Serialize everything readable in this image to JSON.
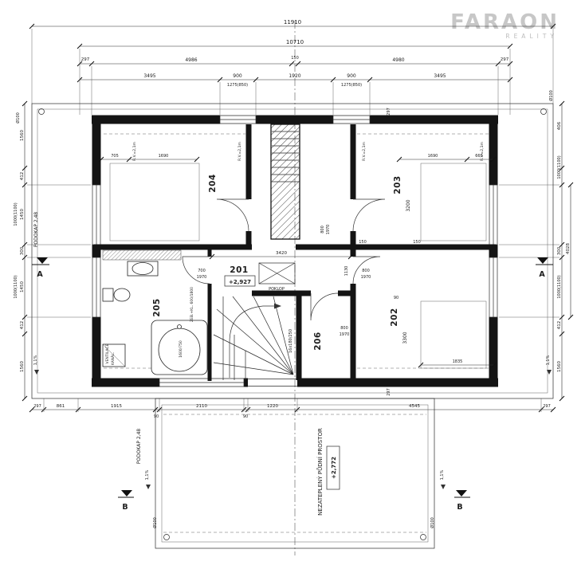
{
  "logo": {
    "brand": "FARAON",
    "subtitle": "REALITY"
  },
  "dims_top": {
    "overall": "11910",
    "inner": "10710",
    "row3": [
      "297",
      "4986",
      "150",
      "4980",
      "297"
    ],
    "row4": [
      "3495",
      "900",
      "1920",
      "900",
      "3495"
    ],
    "window_note": "1275(850)"
  },
  "dims_bottom": [
    "297",
    "861",
    "1915",
    "90",
    "2110",
    "90",
    "1220",
    "4545",
    "297"
  ],
  "dims_left": {
    "chain": [
      "1560",
      "412",
      "1450",
      "300",
      "1450",
      "412",
      "1560"
    ],
    "window_note": "1000(1100)"
  },
  "dims_right": {
    "chain": [
      "406",
      "1000(1100)",
      "300",
      "1000(1100)",
      "412",
      "1560"
    ],
    "overall": "4028"
  },
  "dims_inner": {
    "d705": "705",
    "d1690": "1690",
    "d665": "665",
    "d3420": "3420",
    "d700": "700",
    "d1970": "1970",
    "d800": "800",
    "d150": "150",
    "d90": "90",
    "d1130": "1130",
    "d3200": "3200",
    "d3300": "3300",
    "d1835": "1835",
    "d297": "297"
  },
  "rooms": {
    "r201": "201",
    "r202": "202",
    "r203": "203",
    "r204": "204",
    "r205": "205",
    "r206": "206"
  },
  "levels": {
    "second_floor": "+2,927",
    "attic": "+2,772"
  },
  "labels": {
    "poklop": "POKLOP",
    "podokap": "PODOKAP 2,48",
    "attic_space": "NEZATEPLENÝ PŮDNÍ PROSTOR",
    "ceiling_height": "R.V.=2,1m",
    "slope": "1,1%",
    "stairs": "16x180/250",
    "bathtub": "1600/750",
    "bath_fixture": "ZEB.+KL. 600/1800",
    "ventilation": "VENTILACE",
    "sewer": "KANÁL.",
    "drainpipe": "Ø100",
    "section_a": "A",
    "section_b": "B"
  }
}
